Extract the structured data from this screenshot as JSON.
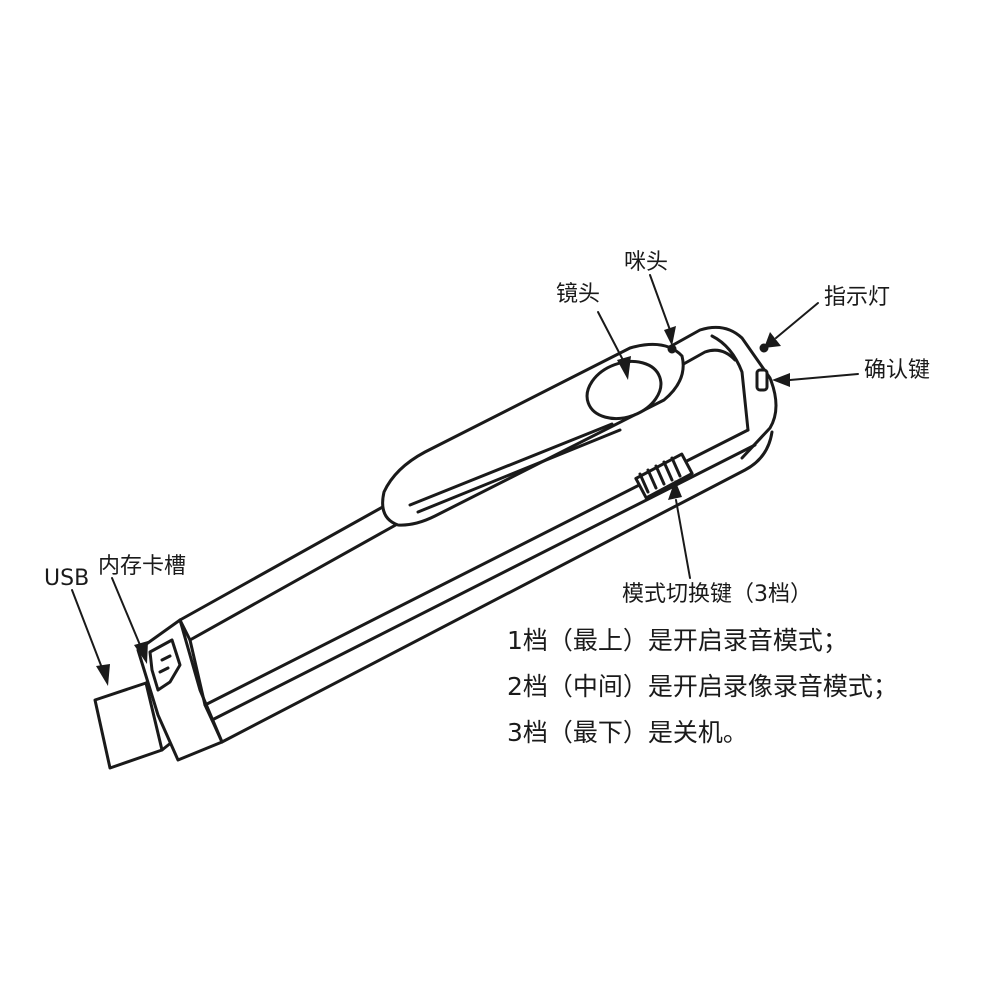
{
  "labels": {
    "usb": "USB",
    "card_slot": "内存卡槽",
    "lens": "镜头",
    "mic": "咪头",
    "indicator": "指示灯",
    "confirm_key": "确认键",
    "mode_switch": "模式切换键（3档）"
  },
  "descriptions": [
    "1档（最上）是开启录音模式；",
    "2档（中间）是开启录像录音模式；",
    "3档（最下）是关机。"
  ],
  "colors": {
    "line": "#1a1a1a",
    "text": "#1a1a1a",
    "background": "#ffffff"
  }
}
